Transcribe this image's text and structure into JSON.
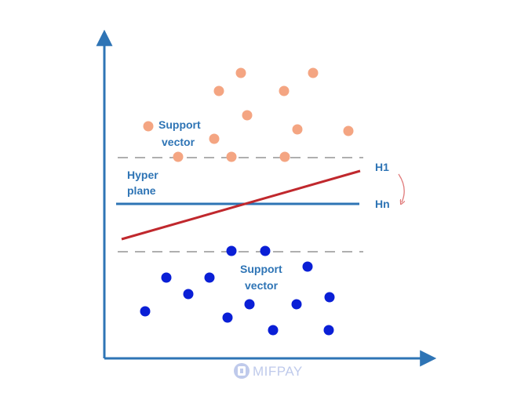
{
  "labels": {
    "support_vector_top_line1": "Support",
    "support_vector_top_line2": "vector",
    "hyperplane_line1": "Hyper",
    "hyperplane_line2": "plane",
    "h1": "H1",
    "hn": "Hn",
    "support_vector_bottom_line1": "Support",
    "support_vector_bottom_line2": "vector"
  },
  "watermark": {
    "text": "MIFPAY",
    "logo_name": "mifpay-logo"
  },
  "colors": {
    "axis": "#2e74b5",
    "orange_point": "#f4a582",
    "blue_point": "#0a1fd6",
    "margin_dash": "#7f7f7f",
    "hyperplane_hn": "#2e74b5",
    "hyperplane_h1": "#c0282d",
    "label_text": "#2e74b5",
    "rotate_arrow": "#e07a7a",
    "watermark": "#b4c1e8"
  }
}
